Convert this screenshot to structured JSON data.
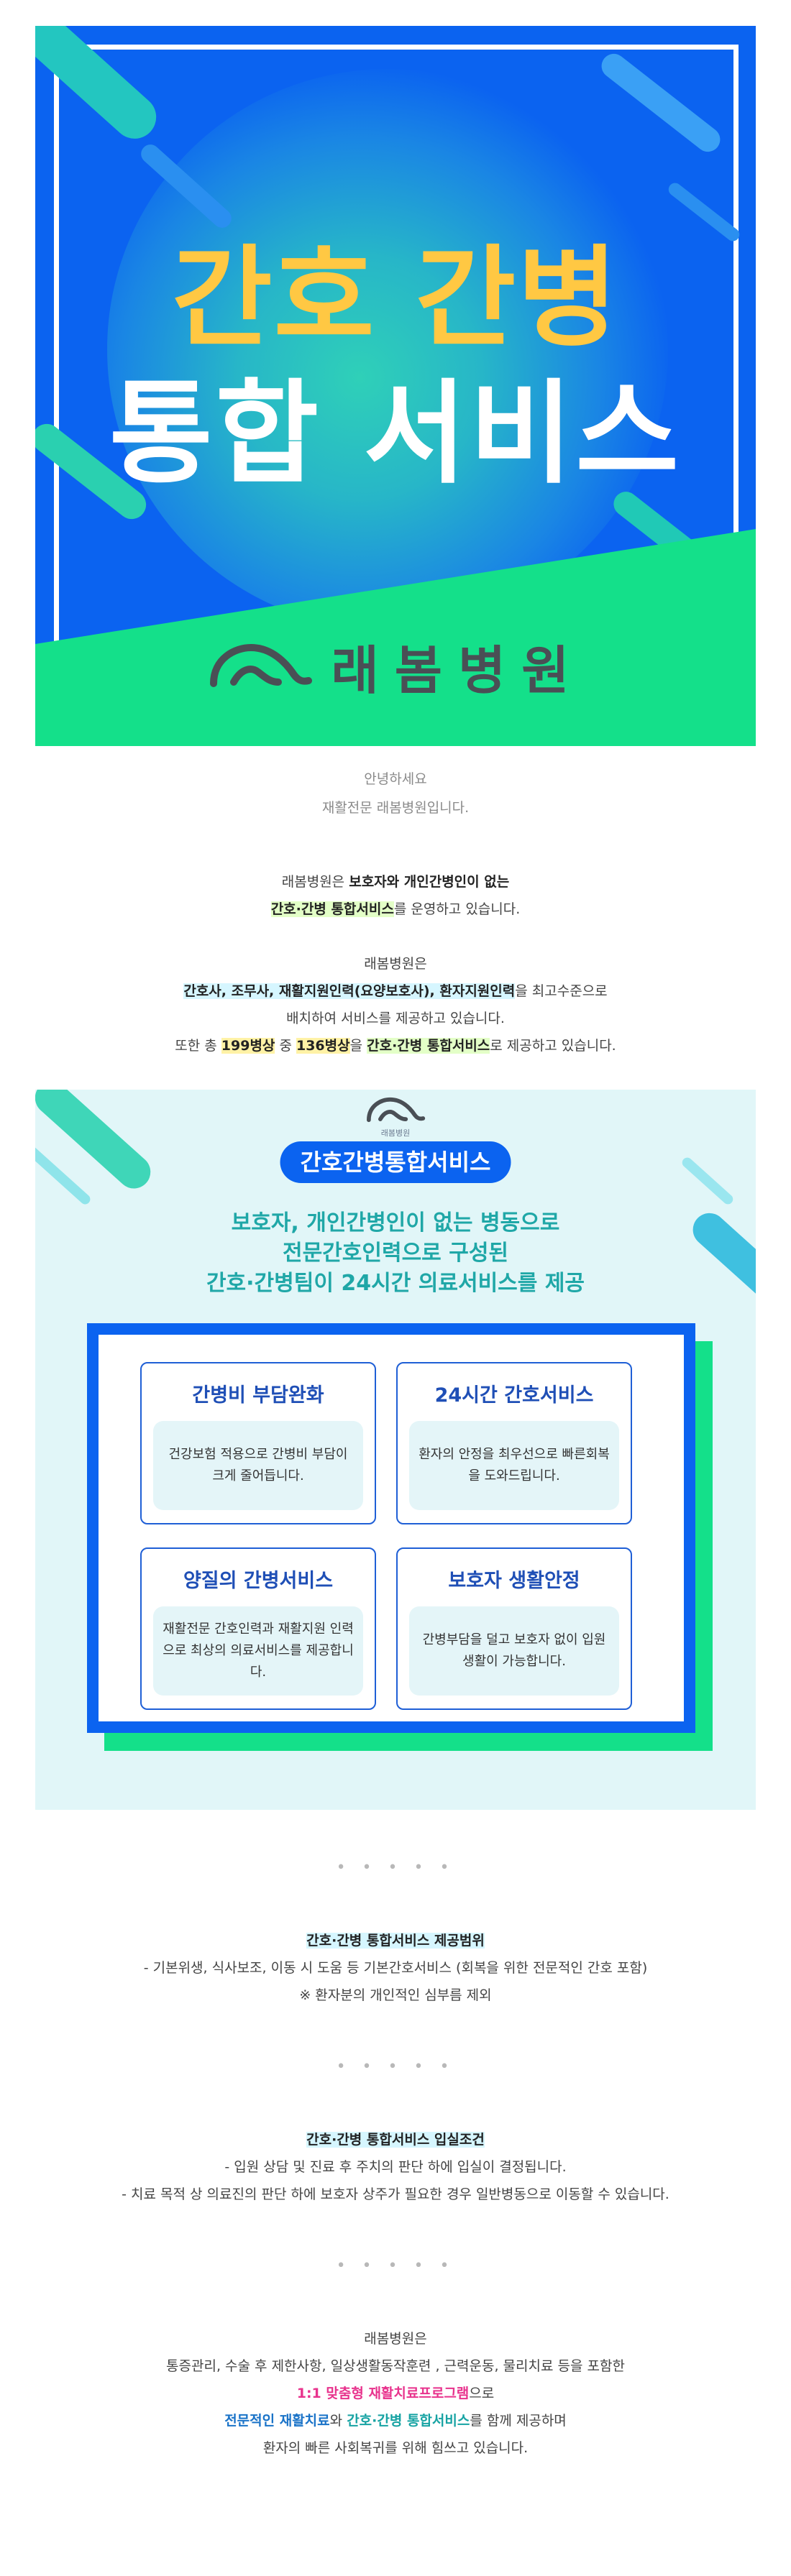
{
  "hero": {
    "title_line1": "간호 간병",
    "title_line2": "통합 서비스",
    "logo_text": "래봄병원",
    "colors": {
      "background": "#0b63f0",
      "title_yellow": "#ffc843",
      "green": "#14e08a"
    }
  },
  "greeting": {
    "line1": "안녕하세요",
    "line2": "재활전문 래봄병원입니다."
  },
  "intro1": {
    "a": "래봄병원은 ",
    "b": "보호자와 개인간병인이 없는",
    "c": "간호·간병 통합서비스",
    "d": "를 운영하고 있습니다."
  },
  "intro2": {
    "lead": "래봄병원은",
    "staff": "간호사, 조무사, 재활지원인력(요양보호사), 환자지원인력",
    "staff_tail": "을 최고수준으로",
    "line3": "배치하여 서비스를 제공하고 있습니다.",
    "b_pre": "또한 총 ",
    "beds_total": "199병상",
    "b_mid": " 중 ",
    "beds_service": "136병상",
    "b_mid2": "을 ",
    "service_name": "간호·간병 통합서비스",
    "b_tail": "로 제공하고 있습니다."
  },
  "panel": {
    "logo_sub": "래봄병원",
    "pill_label": "간호간병통합서비스",
    "heading_line1": "보호자, 개인간병인이 없는 병동으로",
    "heading_line2": "전문간호인력으로 구성된",
    "heading_line3": "간호·간병팀이 24시간 의료서비스를 제공",
    "cards": [
      {
        "title": "간병비 부담완화",
        "body": "건강보험 적용으로 간병비 부담이 크게 줄어듭니다."
      },
      {
        "title": "24시간 간호서비스",
        "body": "환자의 안정을 최우선으로 빠른회복을 도와드립니다."
      },
      {
        "title": "양질의 간병서비스",
        "body": "재활전문 간호인력과 재활지원 인력으로 최상의 의료서비스를 제공합니다."
      },
      {
        "title": "보호자 생활안정",
        "body": "간병부담을 덜고 보호자 없이 입원생활이 가능합니다."
      }
    ]
  },
  "separator": "• • • • •",
  "scope": {
    "title": "간호·간병 통합서비스 제공범위",
    "line1": "- 기본위생, 식사보조, 이동 시 도움 등 기본간호서비스 (회복을 위한 전문적인 간호 포함)",
    "line2": "※ 환자분의 개인적인 심부름 제외"
  },
  "admission": {
    "title": "간호·간병 통합서비스 입실조건",
    "line1": "- 입원 상담 및 진료 후 주치의 판단 하에 입실이 결정됩니다.",
    "line2": "- 치료 목적 상 의료진의 판단 하에 보호자 상주가 필요한 경우 일반병동으로 이동할 수 있습니다."
  },
  "closing": {
    "line1": "래봄병원은",
    "line2": "통증관리, 수술 후 제한사항, 일상생활동작훈련 , 근력운동, 물리치료 등을 포함한",
    "program": "1:1 맞춤형 재활치료프로그램",
    "program_tail": "으로",
    "rehab": "전문적인 재활치료",
    "and": "와 ",
    "service": "간호·간병 통합서비스",
    "service_tail": "를 함께 제공하며",
    "line5": "환자의 빠른 사회복귀를 위해 힘쓰고 있습니다."
  }
}
